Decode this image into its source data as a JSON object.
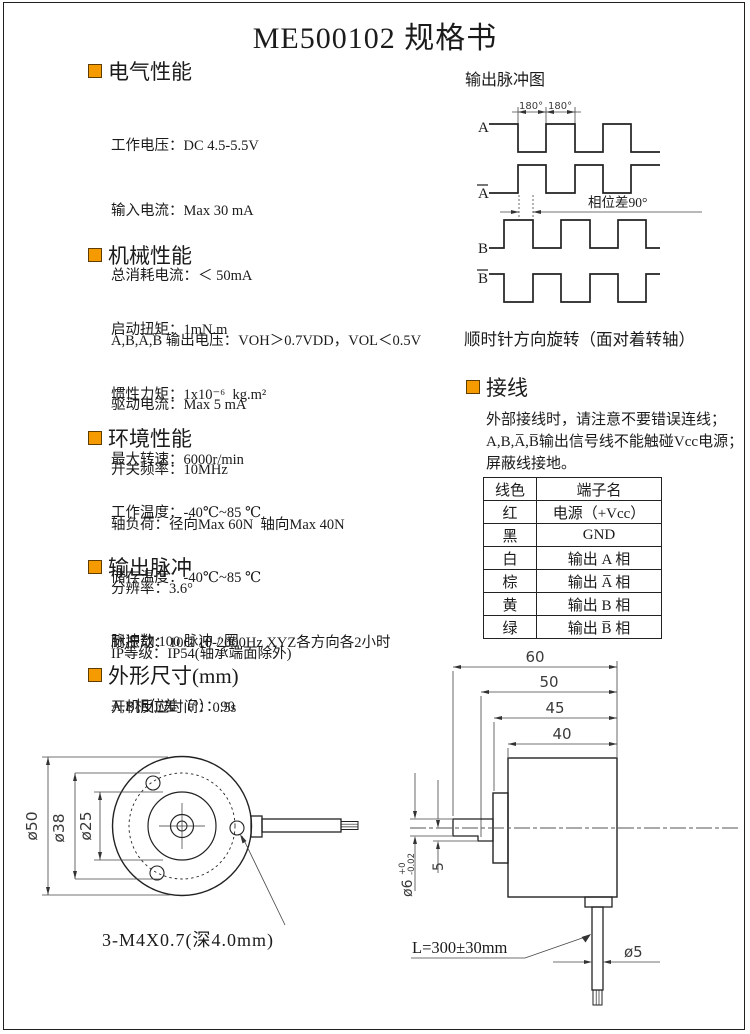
{
  "title": "ME500102 规格书",
  "sections": {
    "electrical": {
      "title": "电气性能",
      "lines": [
        "工作电压：DC 4.5-5.5V",
        "输入电流：Max 30 mA",
        "总消耗电流：＜ 50mA",
        "A,B,A̅,B̅ 输出电压：VOH＞0.7VDD，VOL＜0.5V",
        "驱动电流：Max 5 mA",
        "开关频率：10MHz"
      ]
    },
    "mechanical": {
      "title": "机械性能",
      "lines": [
        "启动扭矩：1mN.m",
        "惯性力矩：1x10⁻⁶  kg.m²",
        "最大转速：6000r/min",
        "轴负荷：径向Max 60N  轴向Max 40N",
        "分辨率：3.6°",
        "IP等级：IP54(轴承端面除外)"
      ]
    },
    "environment": {
      "title": "环境性能",
      "lines": [
        "工作温度：-40℃~85 ℃",
        "储存温度：-40℃~85 ℃",
        "耐振动：10G 10-2000Hz XYZ各方向各2小时",
        "开机反应时间：0.5s"
      ]
    },
    "pulse": {
      "title": "输出脉冲",
      "lines": [
        "脉冲数:100 脉冲 / 圈",
        "A,B相位差（°）：90"
      ]
    },
    "dimensions": {
      "title": "外形尺寸(mm)"
    }
  },
  "pulse_diagram": {
    "title": "输出脉冲图",
    "deg_left": "180°",
    "deg_right": "180°",
    "phase": "相位差90°",
    "ch_a": "A",
    "ch_a_bar": "A",
    "ch_b": "B",
    "ch_b_bar": "B",
    "caption": "顺时针方向旋转（面对着转轴）"
  },
  "wiring": {
    "title": "接线",
    "notes": [
      "外部接线时，请注意不要错误连线；",
      "A,B,A̅,B̅输出信号线不能触碰Vcc电源；",
      "屏蔽线接地。"
    ],
    "table": {
      "headers": [
        "线色",
        "端子名"
      ],
      "rows": [
        [
          "红",
          "电源（+Vcc）"
        ],
        [
          "黑",
          "GND"
        ],
        [
          "白",
          "输出 A 相"
        ],
        [
          "棕",
          "输出 A̅ 相"
        ],
        [
          "黄",
          "输出 B 相"
        ],
        [
          "绿",
          "输出 B̅ 相"
        ]
      ]
    }
  },
  "front_view": {
    "d50": "ø50",
    "d38": "ø38",
    "d25": "ø25",
    "screw_note": "3-M4X0.7(深4.0mm)"
  },
  "side_view": {
    "len60": "60",
    "len50": "50",
    "len45": "45",
    "len40": "40",
    "shaft_dia": "ø6",
    "tol_plus": "+0",
    "tol_minus": "-0.02",
    "flat": "5",
    "cable_len": "L=300±30mm",
    "cable_dia": "ø5"
  },
  "colors": {
    "accent": "#F59B00"
  }
}
